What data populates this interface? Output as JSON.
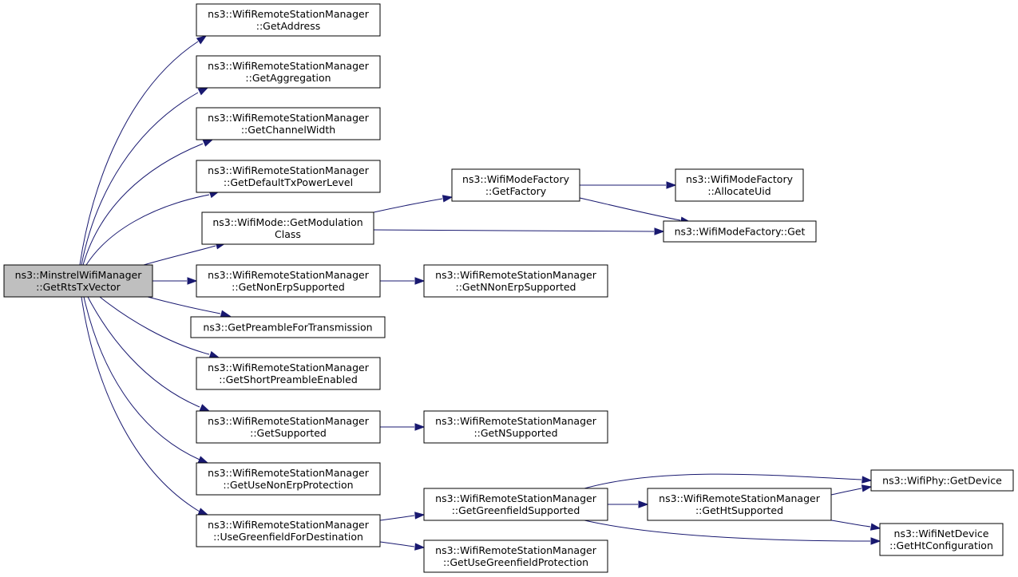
{
  "edge_color": "#191970",
  "root_fill": "#bfbfbf",
  "nodes": {
    "root": [
      "ns3::MinstrelWifiManager",
      "::GetRtsTxVector"
    ],
    "get_address": [
      "ns3::WifiRemoteStationManager",
      "::GetAddress"
    ],
    "get_aggregation": [
      "ns3::WifiRemoteStationManager",
      "::GetAggregation"
    ],
    "get_channel_width": [
      "ns3::WifiRemoteStationManager",
      "::GetChannelWidth"
    ],
    "get_default_tx_power_level": [
      "ns3::WifiRemoteStationManager",
      "::GetDefaultTxPowerLevel"
    ],
    "get_modulation_class": [
      "ns3::WifiMode::GetModulation",
      "Class"
    ],
    "get_non_erp_supported": [
      "ns3::WifiRemoteStationManager",
      "::GetNonErpSupported"
    ],
    "get_preamble_for_transmission": [
      "ns3::GetPreambleForTransmission"
    ],
    "get_short_preamble_enabled": [
      "ns3::WifiRemoteStationManager",
      "::GetShortPreambleEnabled"
    ],
    "get_supported": [
      "ns3::WifiRemoteStationManager",
      "::GetSupported"
    ],
    "get_use_non_erp_protection": [
      "ns3::WifiRemoteStationManager",
      "::GetUseNonErpProtection"
    ],
    "use_greenfield_for_destination": [
      "ns3::WifiRemoteStationManager",
      "::UseGreenfieldForDestination"
    ],
    "get_factory": [
      "ns3::WifiModeFactory",
      "::GetFactory"
    ],
    "allocate_uid": [
      "ns3::WifiModeFactory",
      "::AllocateUid"
    ],
    "mode_factory_get": [
      "ns3::WifiModeFactory::Get"
    ],
    "get_n_non_erp_supported": [
      "ns3::WifiRemoteStationManager",
      "::GetNNonErpSupported"
    ],
    "get_n_supported": [
      "ns3::WifiRemoteStationManager",
      "::GetNSupported"
    ],
    "get_greenfield_supported": [
      "ns3::WifiRemoteStationManager",
      "::GetGreenfieldSupported"
    ],
    "get_use_greenfield_protection": [
      "ns3::WifiRemoteStationManager",
      "::GetUseGreenfieldProtection"
    ],
    "get_ht_supported": [
      "ns3::WifiRemoteStationManager",
      "::GetHtSupported"
    ],
    "phy_get_device": [
      "ns3::WifiPhy::GetDevice"
    ],
    "get_ht_configuration": [
      "ns3::WifiNetDevice",
      "::GetHtConfiguration"
    ]
  }
}
